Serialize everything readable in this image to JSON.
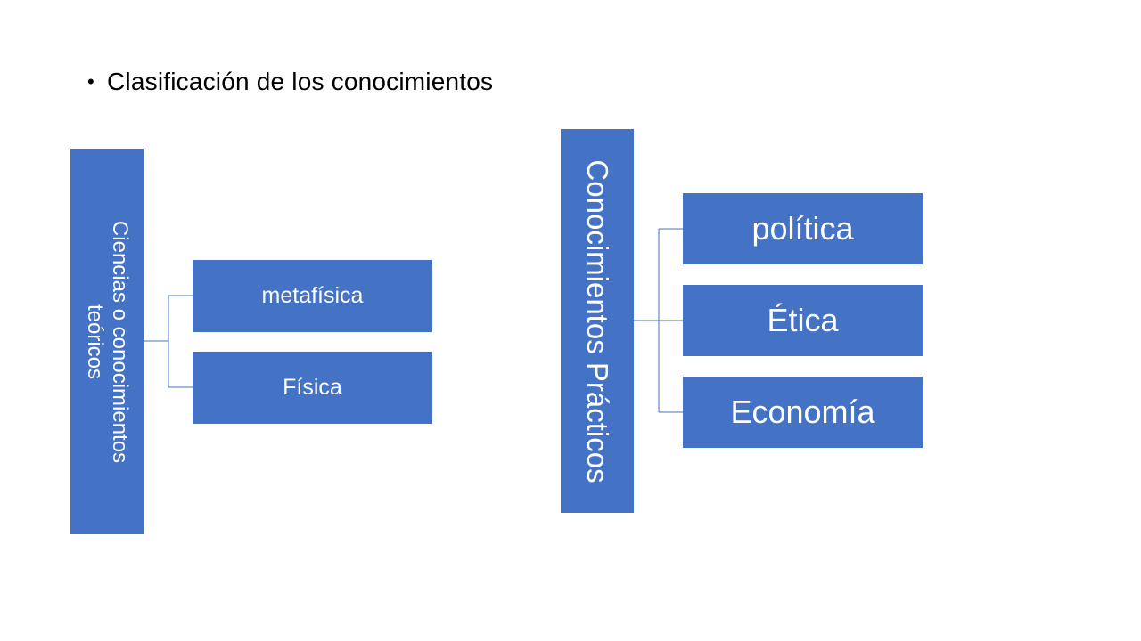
{
  "slide": {
    "bullet": "Clasificación de los conocimientos"
  },
  "diagram_left": {
    "root_line1": "Ciencias o conocimientos",
    "root_line2": "teóricos",
    "children": [
      "metafísica",
      "Física"
    ]
  },
  "diagram_right": {
    "root": "Conocimientos Prácticos",
    "children": [
      "política",
      "Ética",
      "Economía"
    ]
  },
  "colors": {
    "box_fill": "#4472c4",
    "box_text": "#ffffff",
    "connector": "#4472c4"
  }
}
